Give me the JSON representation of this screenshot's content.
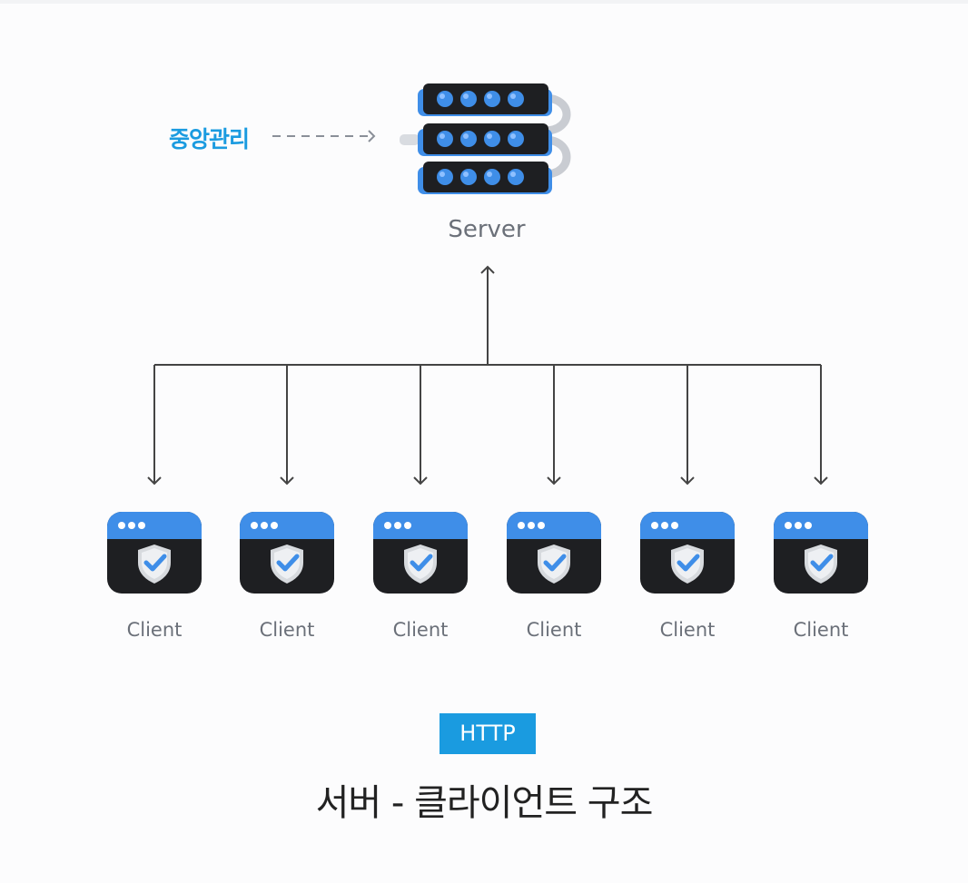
{
  "central_management": {
    "label": "중앙관리"
  },
  "server": {
    "label": "Server"
  },
  "clients": [
    {
      "label": "Client"
    },
    {
      "label": "Client"
    },
    {
      "label": "Client"
    },
    {
      "label": "Client"
    },
    {
      "label": "Client"
    },
    {
      "label": "Client"
    }
  ],
  "badge": {
    "label": "HTTP"
  },
  "title": "서버 - 클라이언트 구조",
  "colors": {
    "accent": "#1a9be0",
    "line": "#444444",
    "dashed_arrow": "#8a8f98",
    "icon_blue": "#3f8ee8",
    "icon_body": "#1e1f22",
    "label_gray": "#6b7079"
  },
  "icons": {
    "server": "server-rack-icon",
    "client": "browser-shield-check-icon"
  }
}
